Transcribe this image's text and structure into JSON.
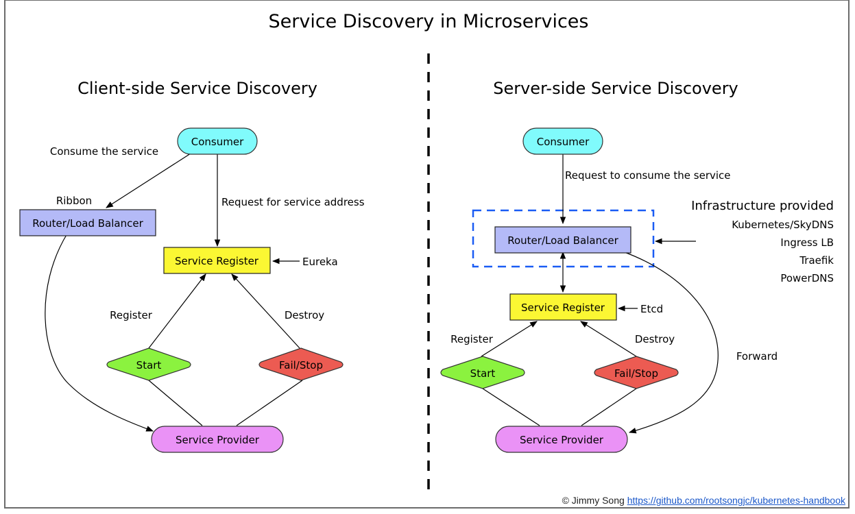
{
  "title": "Service Discovery in Microservices",
  "client_side": {
    "heading": "Client-side Service Discovery",
    "nodes": {
      "consumer": "Consumer",
      "router": "Router/Load Balancer",
      "register": "Service Register",
      "start": "Start",
      "fail": "Fail/Stop",
      "provider": "Service Provider"
    },
    "labels": {
      "consume": "Consume the service",
      "ribbon": "Ribbon",
      "request": "Request for service address",
      "eureka": "Eureka",
      "register": "Register",
      "destroy": "Destroy"
    }
  },
  "server_side": {
    "heading": "Server-side Service Discovery",
    "nodes": {
      "consumer": "Consumer",
      "router": "Router/Load Balancer",
      "register": "Service Register",
      "start": "Start",
      "fail": "Fail/Stop",
      "provider": "Service Provider"
    },
    "labels": {
      "request": "Request to consume the service",
      "etcd": "Etcd",
      "register": "Register",
      "destroy": "Destroy",
      "forward": "Forward"
    },
    "infrastructure": {
      "heading": "Infrastructure provided",
      "items": [
        "Kubernetes/SkyDNS",
        "Ingress LB",
        "Traefik",
        "PowerDNS"
      ]
    }
  },
  "footer": {
    "author": "© Jimmy Song",
    "link": "https://github.com/rootsongjc/kubernetes-handbook"
  },
  "colors": {
    "consumer": "#80fbfc",
    "router": "#b4baf7",
    "register": "#fbf733",
    "start": "#8bf23f",
    "fail": "#ec5b52",
    "provider": "#ea92f6",
    "infra_box": "#1a5cf4"
  }
}
